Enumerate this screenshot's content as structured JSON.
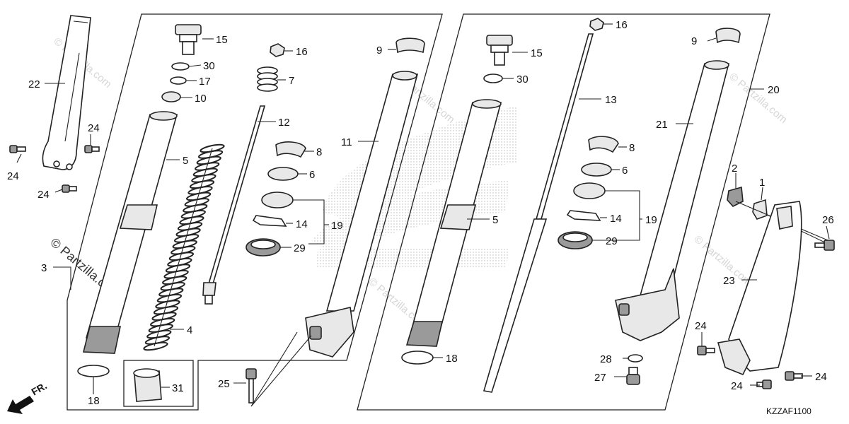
{
  "diagram": {
    "code": "KZZAF1100",
    "front_marker": "FR.",
    "watermarks": [
      "© Partzilla.com",
      "© Partzilla.com",
      "© Partzilla.com",
      "© Partzilla.com",
      "© Partzilla.com",
      "© Partzilla.com"
    ],
    "labels": {
      "l22": "22",
      "l24a": "24",
      "l24b": "24",
      "l24c": "24",
      "l15a": "15",
      "l30a": "30",
      "l17": "17",
      "l10": "10",
      "l5a": "5",
      "l3": "3",
      "l4": "4",
      "l18a": "18",
      "l31": "31",
      "l16a": "16",
      "l7": "7",
      "l12": "12",
      "l8a": "8",
      "l6a": "6",
      "l19a": "19",
      "l14a": "14",
      "l29a": "29",
      "l9a": "9",
      "l11": "11",
      "l25": "25",
      "l15b": "15",
      "l30b": "30",
      "l5b": "5",
      "l18b": "18",
      "l16b": "16",
      "l13": "13",
      "l8b": "8",
      "l6b": "6",
      "l19b": "19",
      "l14b": "14",
      "l29b": "29",
      "l9b": "9",
      "l20": "20",
      "l21": "21",
      "l28": "28",
      "l27": "27",
      "l2": "2",
      "l1": "1",
      "l26": "26",
      "l23": "23",
      "l24d": "24",
      "l24e": "24",
      "l24f": "24"
    }
  }
}
